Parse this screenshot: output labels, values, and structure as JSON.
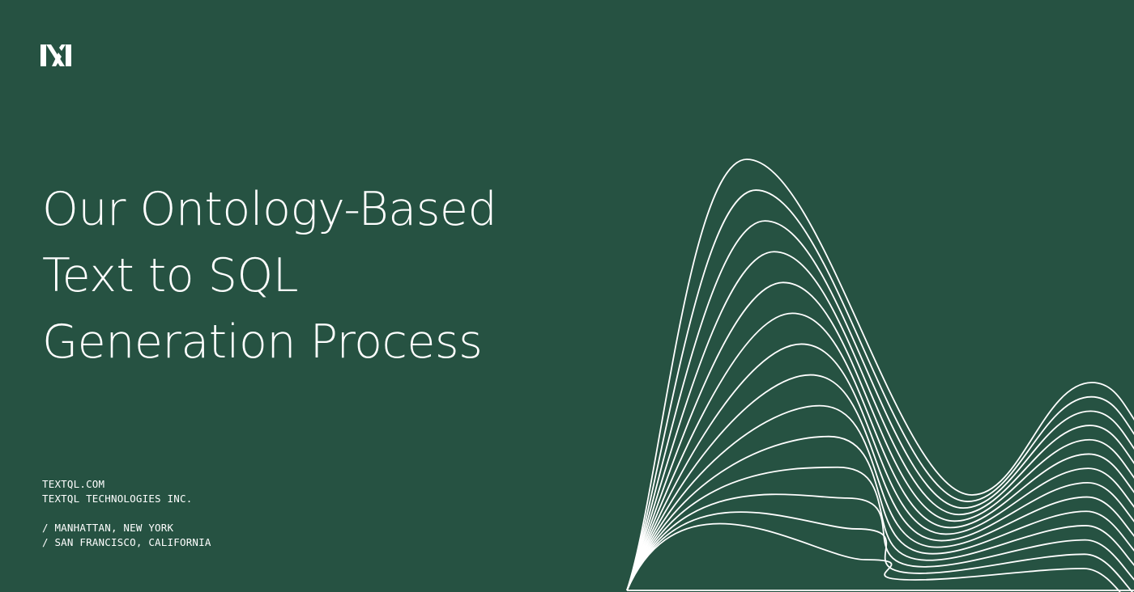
{
  "brand": {
    "logo_icon": "textql-logo-icon",
    "background_color": "#265242",
    "foreground_color": "#ffffff"
  },
  "hero": {
    "title_lines": [
      "Our Ontology-Based",
      "Text to SQL",
      "Generation Process"
    ]
  },
  "company": {
    "website": "TEXTQL.COM",
    "legal_name": "TEXTQL TECHNOLOGIES INC.",
    "locations": [
      "/ MANHATTAN, NEW YORK",
      "/ SAN FRANCISCO, CALIFORNIA"
    ]
  },
  "decoration": {
    "wave_icon": "wave-lines-graphic",
    "wave_count": 14
  }
}
